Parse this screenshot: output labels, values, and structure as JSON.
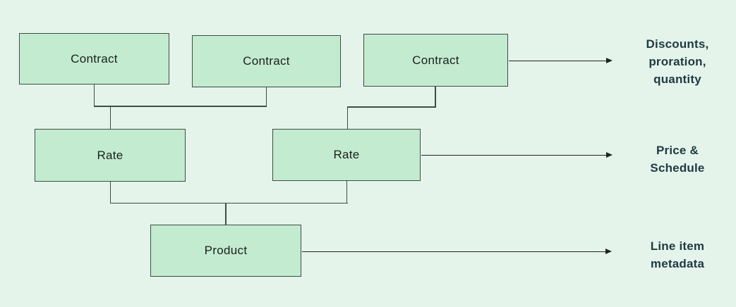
{
  "diagram": {
    "colors": {
      "background": "#e5f4ea",
      "box_fill": "#c3ebd0",
      "box_border": "#3e4c46",
      "connector_line": "#3e4c46",
      "arrow": "#1f2422",
      "node_text": "#1b201e",
      "annotation_text": "#1e3a42"
    },
    "nodes": [
      {
        "id": "contract-1",
        "label": "Contract"
      },
      {
        "id": "contract-2",
        "label": "Contract"
      },
      {
        "id": "contract-3",
        "label": "Contract"
      },
      {
        "id": "rate-1",
        "label": "Rate"
      },
      {
        "id": "rate-2",
        "label": "Rate"
      },
      {
        "id": "product",
        "label": "Product"
      }
    ],
    "annotations": [
      {
        "id": "contracts",
        "text": "Discounts, proration, quantity",
        "lines": [
          "Discounts,",
          "proration,",
          "quantity"
        ]
      },
      {
        "id": "rates",
        "text": "Price & Schedule",
        "lines": [
          "Price &",
          "Schedule"
        ]
      },
      {
        "id": "product",
        "text": "Line item metadata",
        "lines": [
          "Line item",
          "metadata"
        ]
      }
    ]
  }
}
